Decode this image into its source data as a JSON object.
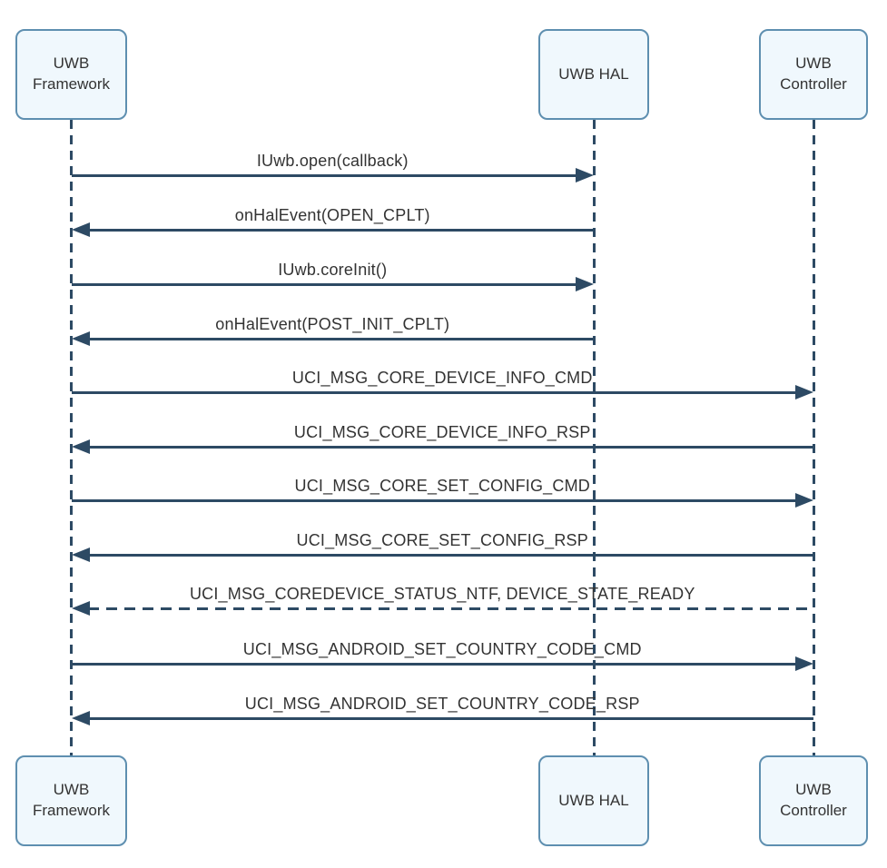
{
  "diagram": {
    "type": "sequence",
    "actors": [
      {
        "id": "framework",
        "label": "UWB Framework"
      },
      {
        "id": "hal",
        "label": "UWB HAL"
      },
      {
        "id": "controller",
        "label": "UWB Controller"
      }
    ],
    "messages": [
      {
        "from": "framework",
        "to": "hal",
        "line": "solid",
        "label": "IUwb.open(callback)"
      },
      {
        "from": "hal",
        "to": "framework",
        "line": "solid",
        "label": "onHalEvent(OPEN_CPLT)"
      },
      {
        "from": "framework",
        "to": "hal",
        "line": "solid",
        "label": "IUwb.coreInit()"
      },
      {
        "from": "hal",
        "to": "framework",
        "line": "solid",
        "label": "onHalEvent(POST_INIT_CPLT)"
      },
      {
        "from": "framework",
        "to": "controller",
        "line": "solid",
        "label": "UCI_MSG_CORE_DEVICE_INFO_CMD"
      },
      {
        "from": "controller",
        "to": "framework",
        "line": "solid",
        "label": "UCI_MSG_CORE_DEVICE_INFO_RSP"
      },
      {
        "from": "framework",
        "to": "controller",
        "line": "solid",
        "label": "UCI_MSG_CORE_SET_CONFIG_CMD"
      },
      {
        "from": "controller",
        "to": "framework",
        "line": "solid",
        "label": "UCI_MSG_CORE_SET_CONFIG_RSP"
      },
      {
        "from": "controller",
        "to": "framework",
        "line": "dashed",
        "label": "UCI_MSG_COREDEVICE_STATUS_NTF, DEVICE_STATE_READY"
      },
      {
        "from": "framework",
        "to": "controller",
        "line": "solid",
        "label": "UCI_MSG_ANDROID_SET_COUNTRY_CODE_CMD"
      },
      {
        "from": "controller",
        "to": "framework",
        "line": "solid",
        "label": "UCI_MSG_ANDROID_SET_COUNTRY_CODE_RSP"
      }
    ],
    "colors": {
      "background": "#ffffff",
      "actor_fill": "#f0f8fd",
      "actor_border": "#5e8fb0",
      "line": "#2d4a64",
      "text": "#333333"
    }
  }
}
